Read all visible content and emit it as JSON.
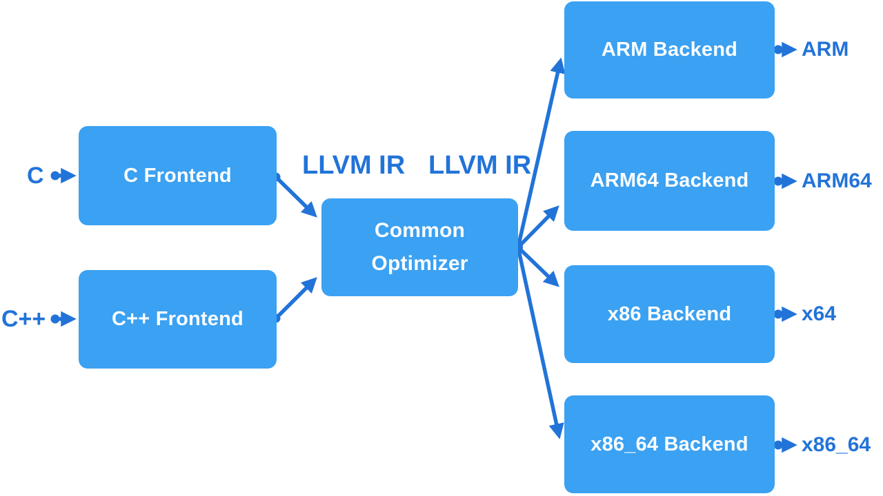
{
  "diagram": {
    "description": "LLVM compiler architecture flow diagram",
    "colors": {
      "background": "#ffffff",
      "box_fill": "#3ba1f2",
      "box_text": "#fbfdff",
      "accent": "#2273d8"
    },
    "inputs": [
      {
        "label": "C"
      },
      {
        "label": "C++"
      }
    ],
    "frontends": [
      {
        "label": "C Frontend"
      },
      {
        "label": "C++ Frontend"
      }
    ],
    "ir_labels": [
      {
        "label": "LLVM IR"
      },
      {
        "label": "LLVM IR"
      }
    ],
    "optimizer": {
      "label_line1": "Common",
      "label_line2": "Optimizer"
    },
    "backends": [
      {
        "label": "ARM Backend",
        "output": "ARM"
      },
      {
        "label": "ARM64 Backend",
        "output": "ARM64"
      },
      {
        "label": "x86 Backend",
        "output": "x64"
      },
      {
        "label": "x86_64 Backend",
        "output": "x86_64"
      }
    ],
    "edges": [
      {
        "from": "C",
        "to": "C Frontend"
      },
      {
        "from": "C++",
        "to": "C++ Frontend"
      },
      {
        "from": "C Frontend",
        "to": "Common Optimizer"
      },
      {
        "from": "C++ Frontend",
        "to": "Common Optimizer"
      },
      {
        "from": "Common Optimizer",
        "to": "ARM Backend"
      },
      {
        "from": "Common Optimizer",
        "to": "ARM64 Backend"
      },
      {
        "from": "Common Optimizer",
        "to": "x86 Backend"
      },
      {
        "from": "Common Optimizer",
        "to": "x86_64 Backend"
      },
      {
        "from": "ARM Backend",
        "to": "ARM"
      },
      {
        "from": "ARM64 Backend",
        "to": "ARM64"
      },
      {
        "from": "x86 Backend",
        "to": "x64"
      },
      {
        "from": "x86_64 Backend",
        "to": "x86_64"
      }
    ]
  }
}
